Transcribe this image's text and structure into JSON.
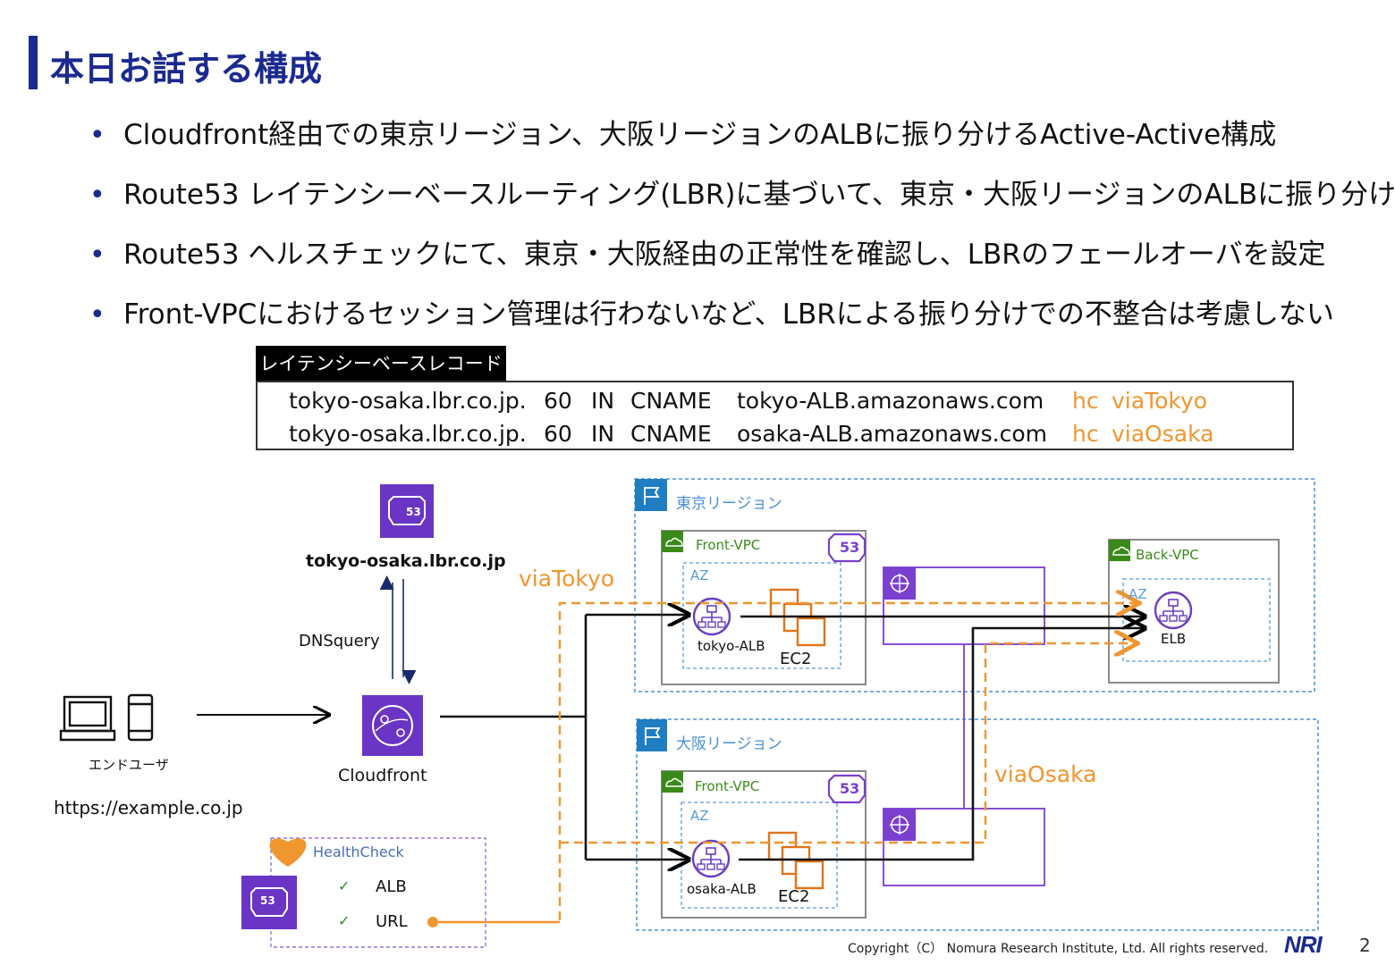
{
  "title": "本日お話する構成",
  "bullets": [
    "Cloudfront経由での東京リージョン、大阪リージョンのALBに振り分けるActive-Active構成",
    "Route53 レイテンシーベースルーティング(LBR)に基づいて、東京・大阪リージョンのALBに振り分け",
    "Route53 ヘルスチェックにて、東京・大阪経由の正常性を確認し、LBRのフェールオーバを設定",
    "Front-VPCにおけるセッション管理は行わないなど、LBRによる振り分けでの不整合は考慮しない"
  ],
  "record": {
    "tab": "レイテンシーベースレコード",
    "rows": [
      {
        "name": "tokyo-osaka.lbr.co.jp.",
        "ttl": "60",
        "class": "IN",
        "type": "CNAME",
        "target": "tokyo-ALB.amazonaws.com",
        "hc": "hc",
        "hc_name": "viaTokyo"
      },
      {
        "name": "tokyo-osaka.lbr.co.jp.",
        "ttl": "60",
        "class": "IN",
        "type": "CNAME",
        "target": "osaka-ALB.amazonaws.com",
        "hc": "hc",
        "hc_name": "viaOsaka"
      }
    ]
  },
  "diagram": {
    "route53_domain": "tokyo-osaka.lbr.co.jp",
    "dns_query": "DNSquery",
    "end_user": "エンドユーザ",
    "url": "https://example.co.jp",
    "cloudfront": "Cloudfront",
    "via_tokyo": "viaTokyo",
    "via_osaka": "viaOsaka",
    "route53_badge": "53",
    "tokyo_region": {
      "label": "東京リージョン",
      "vpc": "Front-VPC",
      "az": "AZ",
      "alb": "tokyo-ALB",
      "ec2": "EC2"
    },
    "osaka_region": {
      "label": "大阪リージョン",
      "vpc": "Front-VPC",
      "az": "AZ",
      "alb": "osaka-ALB",
      "ec2": "EC2"
    },
    "back_vpc": {
      "label": "Back-VPC",
      "az": "AZ",
      "elb": "ELB"
    },
    "healthcheck": {
      "title": "HealthCheck",
      "items": [
        "ALB",
        "URL"
      ],
      "check": "✓"
    }
  },
  "colors": {
    "accent": "#1b2a8f",
    "orange": "#f0962e",
    "purple": "#7b3fd0",
    "region_blue": "#1f7dc1",
    "vpc_green": "#3a8a1a"
  },
  "footer": {
    "copyright": "Copyright（C） Nomura Research Institute, Ltd. All rights reserved.",
    "logo": "NRI",
    "page": "2"
  }
}
